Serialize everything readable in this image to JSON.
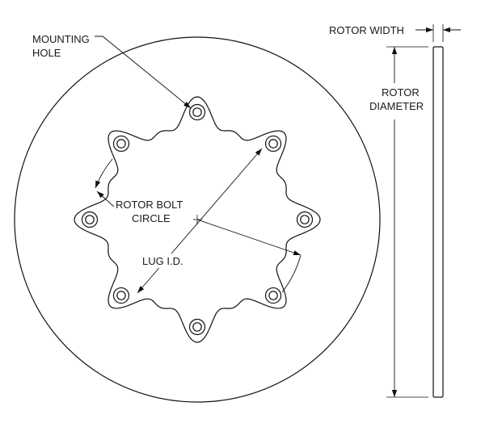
{
  "labels": {
    "mounting_hole_line1": "MOUNTING",
    "mounting_hole_line2": "HOLE",
    "rotor_bolt_circle_line1": "ROTOR BOLT",
    "rotor_bolt_circle_line2": "CIRCLE",
    "lug_id": "LUG I.D.",
    "rotor_width": "ROTOR WIDTH",
    "rotor_diameter_line1": "ROTOR",
    "rotor_diameter_line2": "DIAMETER"
  },
  "rotor": {
    "mounting_hole_count": 8
  }
}
